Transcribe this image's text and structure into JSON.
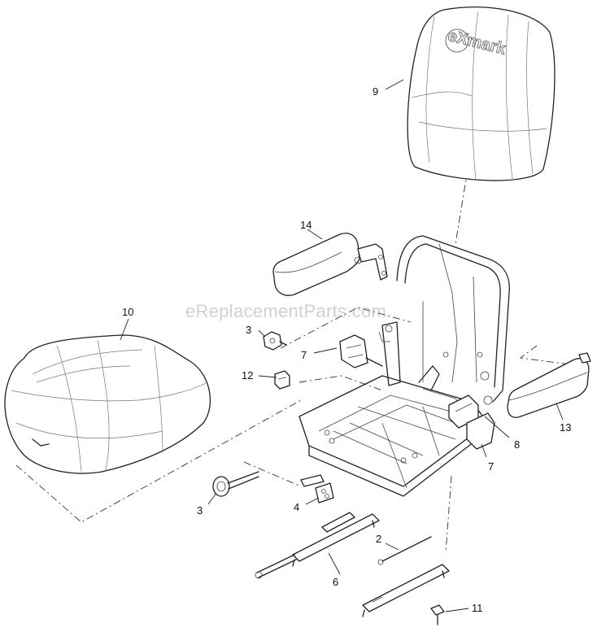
{
  "watermark": "eReplacementParts.com",
  "seat_logo": "eXmark",
  "callouts": {
    "c1": "9",
    "c2": "14",
    "c3": "10",
    "c4": "3",
    "c5": "7",
    "c6": "12",
    "c7": "8",
    "c8": "13",
    "c9": "7",
    "c10": "3",
    "c11": "4",
    "c12": "2",
    "c13": "6",
    "c14": "11"
  }
}
